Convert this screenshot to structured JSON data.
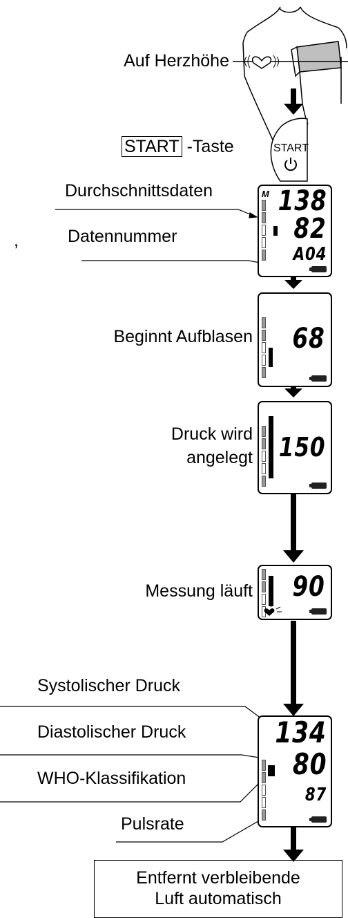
{
  "labels": {
    "heart_level": "Auf Herzhöhe",
    "start_key": "START",
    "start_key_suffix": "-Taste",
    "average_data": "Durchschnittsdaten",
    "comma": ",",
    "data_number": "Datennummer",
    "inflating": "Beginnt Aufblasen",
    "pressure_line1": "Druck wird",
    "pressure_line2": "angelegt",
    "measuring": "Messung läuft",
    "systolic": "Systolischer Druck",
    "diastolic": "Diastolischer Druck",
    "who": "WHO-Klassifikation",
    "pulse": "Pulsrate",
    "end_line1": "Entfernt verbleibende",
    "end_line2": "Luft automatisch"
  },
  "start_button": {
    "label": "START",
    "icon": "power-icon"
  },
  "displays": {
    "average": {
      "indicator": "M",
      "top": "138",
      "middle": "82",
      "bottom": "A04"
    },
    "inflating": {
      "value": "68"
    },
    "pressure": {
      "value": "150"
    },
    "measuring": {
      "value": "90"
    },
    "result": {
      "systolic": "134",
      "diastolic": "80",
      "pulse": "87"
    }
  },
  "colors": {
    "ink": "#000000",
    "bar_gray": "#999999"
  }
}
